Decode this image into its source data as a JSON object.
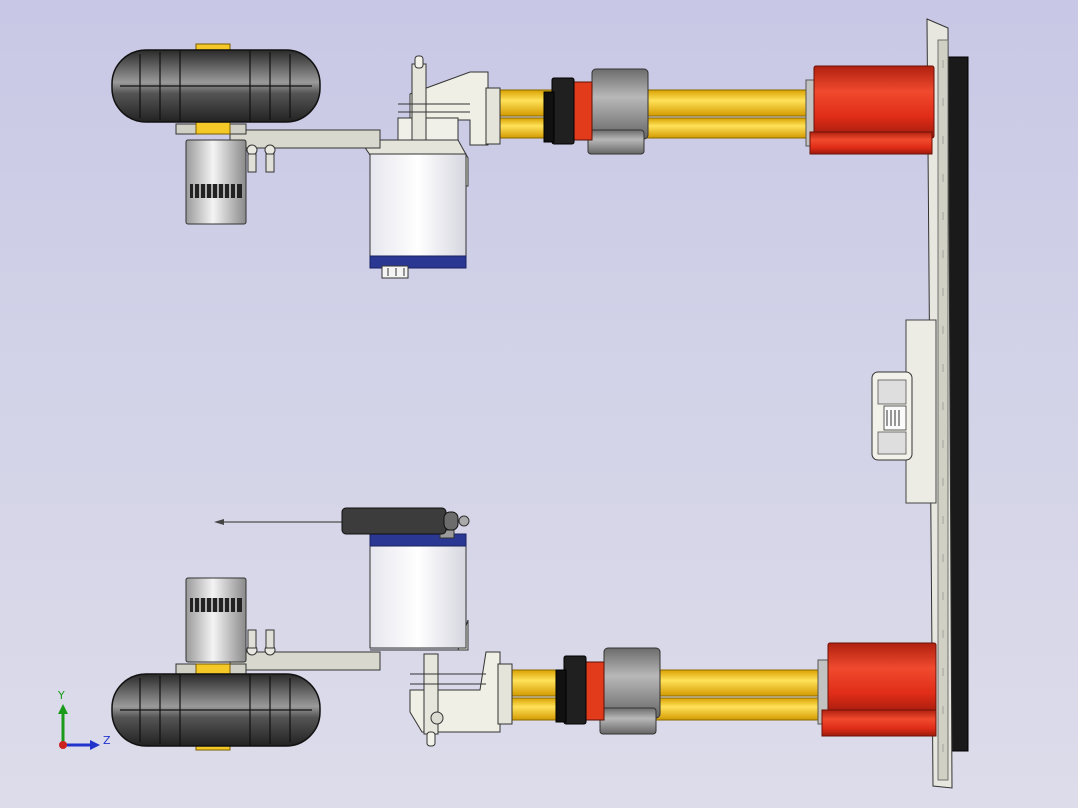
{
  "viewport": {
    "background_top": "#c8c8e6",
    "background_bottom": "#dcdcea"
  },
  "triad": {
    "y_label": "Y",
    "z_label": "Z",
    "y_color": "#1a9a1a",
    "z_color": "#2233cc",
    "x_color": "#cc2222"
  },
  "palette": {
    "cylinder_red": "#e8301c",
    "rod_yellow": "#f6c811",
    "collar_gray": "#8f8f8f",
    "frame_white": "#ececec",
    "servo_blue": "#2a3894",
    "tire_dark": "#3a3a3a"
  },
  "model": {
    "assemblies": [
      "upper-wheel-assembly",
      "lower-wheel-assembly",
      "upper-actuator",
      "lower-actuator",
      "upper-servo",
      "lower-servo",
      "mounting-plate",
      "control-board"
    ]
  }
}
